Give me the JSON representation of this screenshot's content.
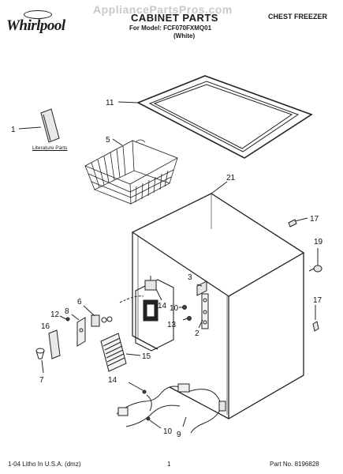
{
  "header": {
    "watermark": "AppliancePartsPros.com",
    "brand": "Whirlpool",
    "title": "CABINET PARTS",
    "model_line": "For Model: FCF070FXMQ01",
    "variant": "(White)",
    "category": "CHEST FREEZER"
  },
  "callouts": {
    "c1": "1",
    "c2": "2",
    "c3": "3",
    "c5": "5",
    "c6": "6",
    "c7": "7",
    "c8": "8",
    "c9": "9",
    "c10a": "10",
    "c10b": "10",
    "c11": "11",
    "c12": "12",
    "c13": "13",
    "c14a": "14",
    "c14b": "14",
    "c15": "15",
    "c16": "16",
    "c17a": "17",
    "c17b": "17",
    "c19": "19",
    "c21": "21"
  },
  "literature_label": "Literature Parts",
  "footer": {
    "left": "1-04 Litho In U.S.A. (dmz)",
    "page": "1",
    "part_no": "Part No. 8196828"
  }
}
